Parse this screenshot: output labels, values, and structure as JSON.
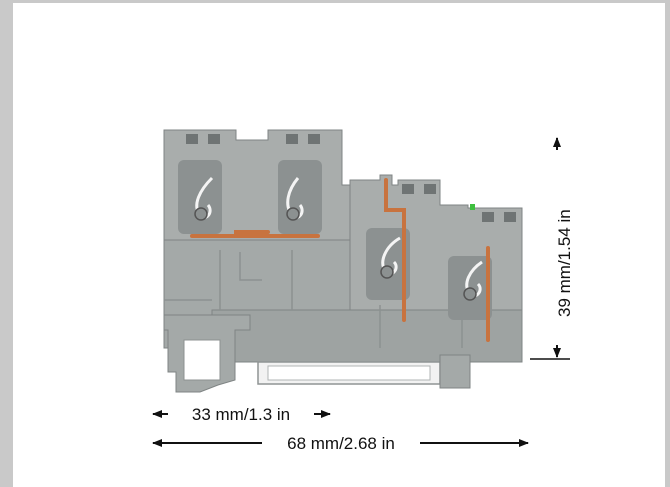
{
  "dimensions": {
    "height_label": "39 mm/1.54 in",
    "width_partial_label": "33 mm/1.3 in",
    "width_total_label": "68 mm/2.68 in"
  },
  "colors": {
    "housing": "#a9adac",
    "housing_dark": "#8c9191",
    "copper": "#c8733f",
    "green_marker": "#3fbf3f",
    "dim_line": "#111111",
    "frame": "#c9c9c9"
  }
}
